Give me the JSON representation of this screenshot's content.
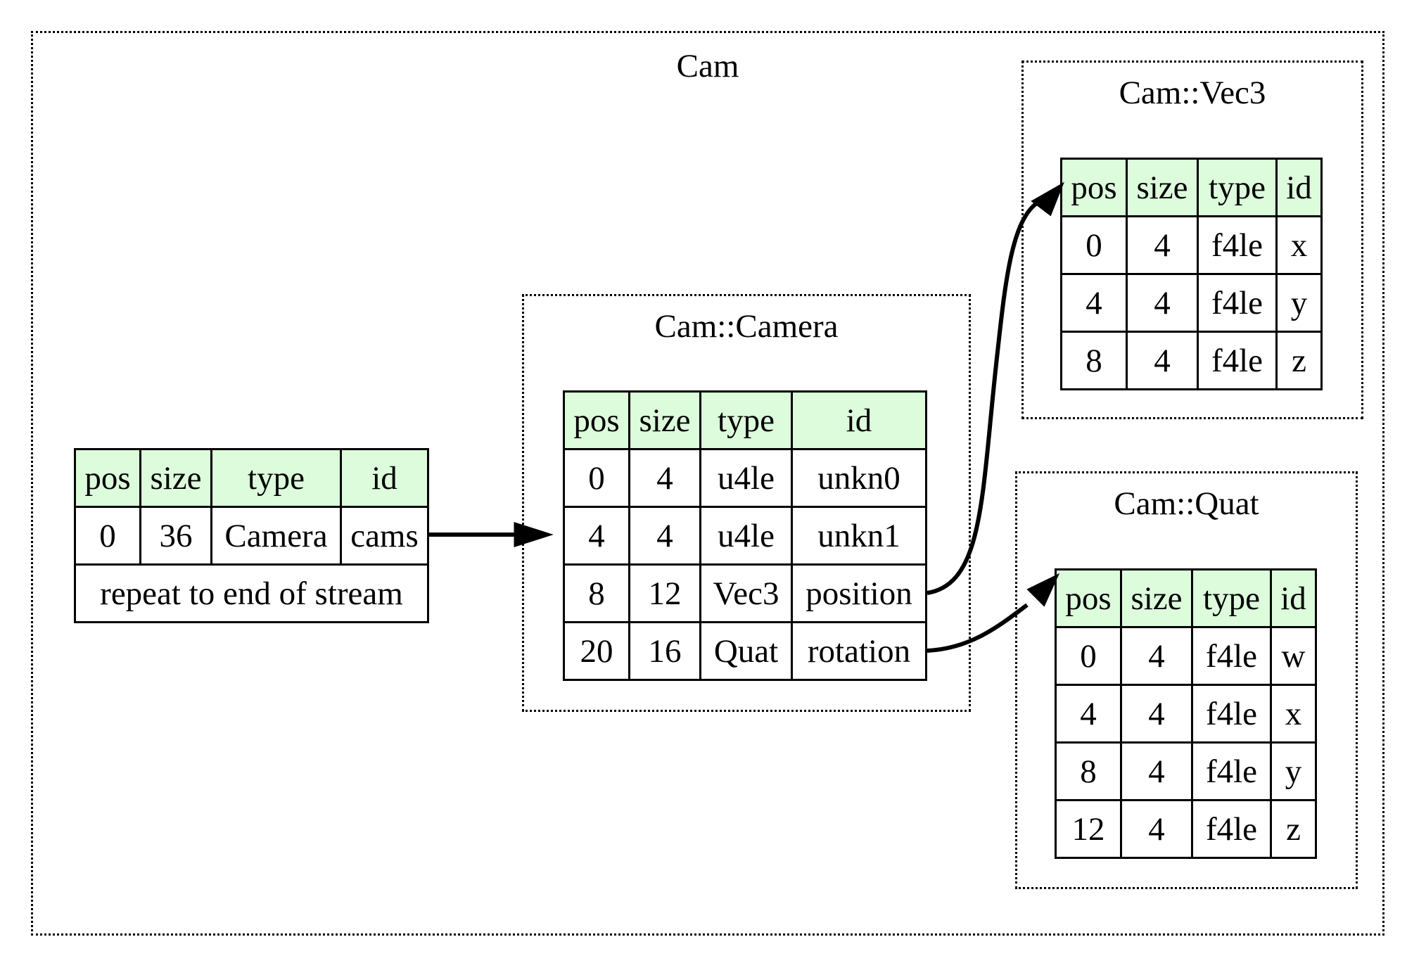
{
  "clusters": {
    "cam": {
      "title": "Cam"
    },
    "camera": {
      "title": "Cam::Camera"
    },
    "vec3": {
      "title": "Cam::Vec3"
    },
    "quat": {
      "title": "Cam::Quat"
    }
  },
  "headers": {
    "pos": "pos",
    "size": "size",
    "type": "type",
    "id": "id"
  },
  "cam_seq": {
    "rows": [
      {
        "pos": "0",
        "size": "36",
        "type": "Camera",
        "id": "cams"
      }
    ],
    "repeat_note": "repeat to end of stream"
  },
  "camera_seq": {
    "rows": [
      {
        "pos": "0",
        "size": "4",
        "type": "u4le",
        "id": "unkn0"
      },
      {
        "pos": "4",
        "size": "4",
        "type": "u4le",
        "id": "unkn1"
      },
      {
        "pos": "8",
        "size": "12",
        "type": "Vec3",
        "id": "position"
      },
      {
        "pos": "20",
        "size": "16",
        "type": "Quat",
        "id": "rotation"
      }
    ]
  },
  "vec3_seq": {
    "rows": [
      {
        "pos": "0",
        "size": "4",
        "type": "f4le",
        "id": "x"
      },
      {
        "pos": "4",
        "size": "4",
        "type": "f4le",
        "id": "y"
      },
      {
        "pos": "8",
        "size": "4",
        "type": "f4le",
        "id": "z"
      }
    ]
  },
  "quat_seq": {
    "rows": [
      {
        "pos": "0",
        "size": "4",
        "type": "f4le",
        "id": "w"
      },
      {
        "pos": "4",
        "size": "4",
        "type": "f4le",
        "id": "x"
      },
      {
        "pos": "8",
        "size": "4",
        "type": "f4le",
        "id": "y"
      },
      {
        "pos": "12",
        "size": "4",
        "type": "f4le",
        "id": "z"
      }
    ]
  },
  "colors": {
    "header_fill": "#dcfcdc",
    "line": "#000000"
  }
}
